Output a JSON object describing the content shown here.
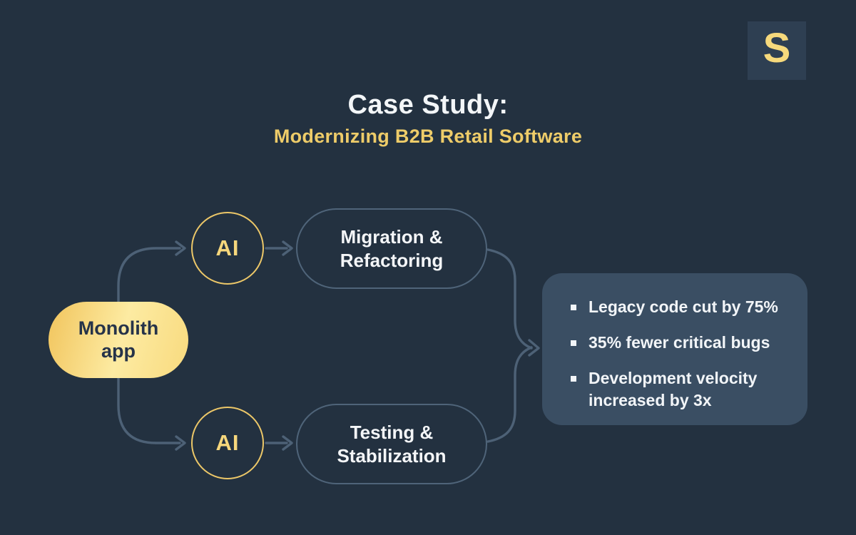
{
  "logo": {
    "letter": "S"
  },
  "header": {
    "title": "Case Study:",
    "subtitle": "Modernizing B2B Retail Software"
  },
  "diagram": {
    "source": {
      "label": "Monolith\napp"
    },
    "ai_top": {
      "label": "AI"
    },
    "ai_bottom": {
      "label": "AI"
    },
    "process_top": {
      "label": "Migration &\nRefactoring"
    },
    "process_bottom": {
      "label": "Testing &\nStabilization"
    },
    "results": {
      "items": [
        "Legacy code cut by 75%",
        "35% fewer critical bugs",
        "Development velocity increased by 3x"
      ]
    }
  },
  "colors": {
    "background": "#233140",
    "panel": "#3a4e63",
    "logo_background": "#2e3f52",
    "accent_yellow": "#f6d97c",
    "subtitle_yellow": "#eecc69",
    "node_gradient_start": "#f1c45c",
    "node_gradient_end": "#fdeba2",
    "outline": "#4f6479",
    "arrow": "#4d6176",
    "text_light": "#f3f6f8",
    "text_dark": "#263349"
  }
}
